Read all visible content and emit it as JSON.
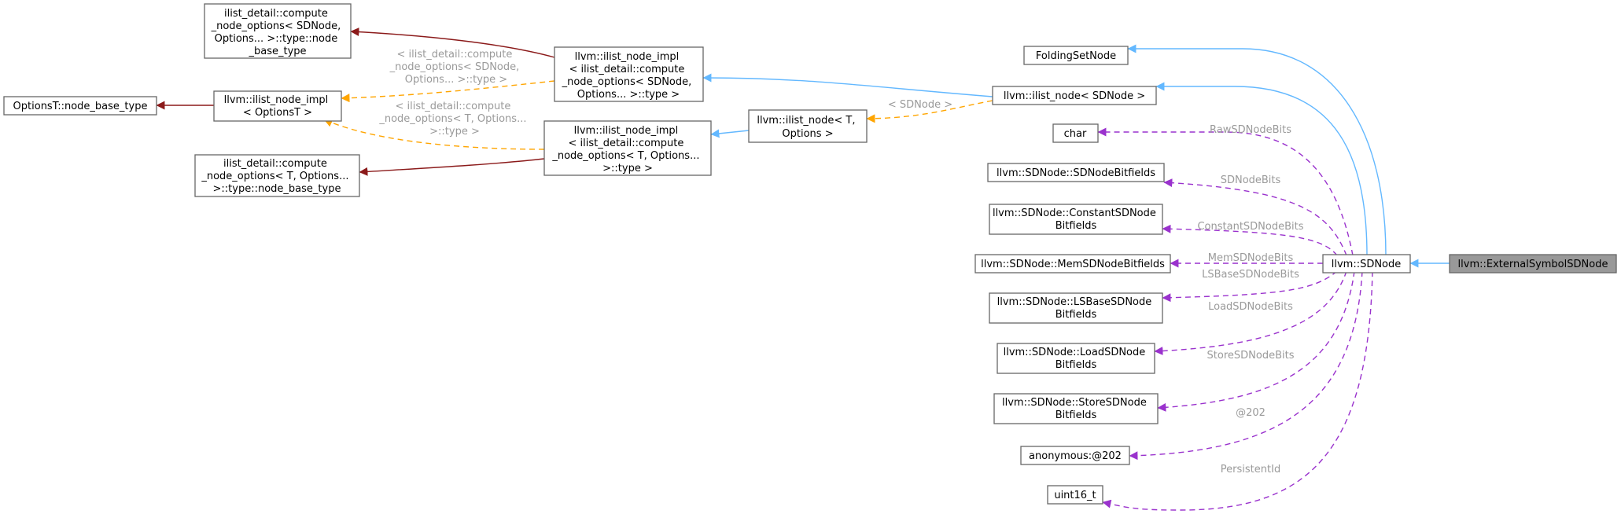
{
  "colors": {
    "inheritance": "#63b8ff",
    "template_instance": "#ffa500",
    "usage": "#9a32cd",
    "base_link": "#8b1a1a",
    "focus_fill": "#999999",
    "node_border": "#666666"
  },
  "nodes": {
    "ext": [
      "llvm::ExternalSymbolSDNode"
    ],
    "sdnode": [
      "llvm::SDNode"
    ],
    "foldingset": [
      "FoldingSetNode"
    ],
    "ilist_sdnode": [
      "llvm::ilist_node< SDNode >"
    ],
    "ilist_T": [
      "llvm::ilist_node< T,",
      "Options >"
    ],
    "impl_sdnode": [
      "llvm::ilist_node_impl",
      "< ilist_detail::compute",
      "_node_options< SDNode,",
      "Options... >::type >"
    ],
    "impl_T": [
      "llvm::ilist_node_impl",
      "< ilist_detail::compute",
      "_node_options< T, Options...",
      ">::type >"
    ],
    "base_sdnode": [
      "ilist_detail::compute",
      "_node_options< SDNode,",
      "Options... >::type::node",
      "_base_type"
    ],
    "base_T": [
      "ilist_detail::compute",
      "_node_options< T, Options...",
      ">::type::node_base_type"
    ],
    "impl_optT": [
      "llvm::ilist_node_impl",
      "< OptionsT >"
    ],
    "optT_base": [
      "OptionsT::node_base_type"
    ],
    "char": [
      "char"
    ],
    "bitfields": [
      "llvm::SDNode::SDNodeBitfields"
    ],
    "constbits": [
      "llvm::SDNode::ConstantSDNode",
      "Bitfields"
    ],
    "membits": [
      "llvm::SDNode::MemSDNodeBitfields"
    ],
    "lsbits": [
      "llvm::SDNode::LSBaseSDNode",
      "Bitfields"
    ],
    "loadbits": [
      "llvm::SDNode::LoadSDNode",
      "Bitfields"
    ],
    "storebits": [
      "llvm::SDNode::StoreSDNode",
      "Bitfields"
    ],
    "anon": [
      "anonymous:@202"
    ],
    "uint16": [
      "uint16_t"
    ]
  },
  "edge_labels": {
    "sdnode_param": "< SDNode >",
    "impl_sdnode_param": [
      "< ilist_detail::compute",
      "_node_options< SDNode,",
      "Options... >::type >"
    ],
    "impl_T_param": [
      "< ilist_detail::compute",
      "_node_options< T, Options...",
      ">::type >"
    ],
    "raw": "RawSDNodeBits",
    "sdbits": "SDNodeBits",
    "constbits": "ConstantSDNodeBits",
    "membits": "MemSDNodeBits",
    "lsbits": "LSBaseSDNodeBits",
    "loadbits": "LoadSDNodeBits",
    "storebits": "StoreSDNodeBits",
    "anon": "@202",
    "persistent": "PersistentId"
  }
}
